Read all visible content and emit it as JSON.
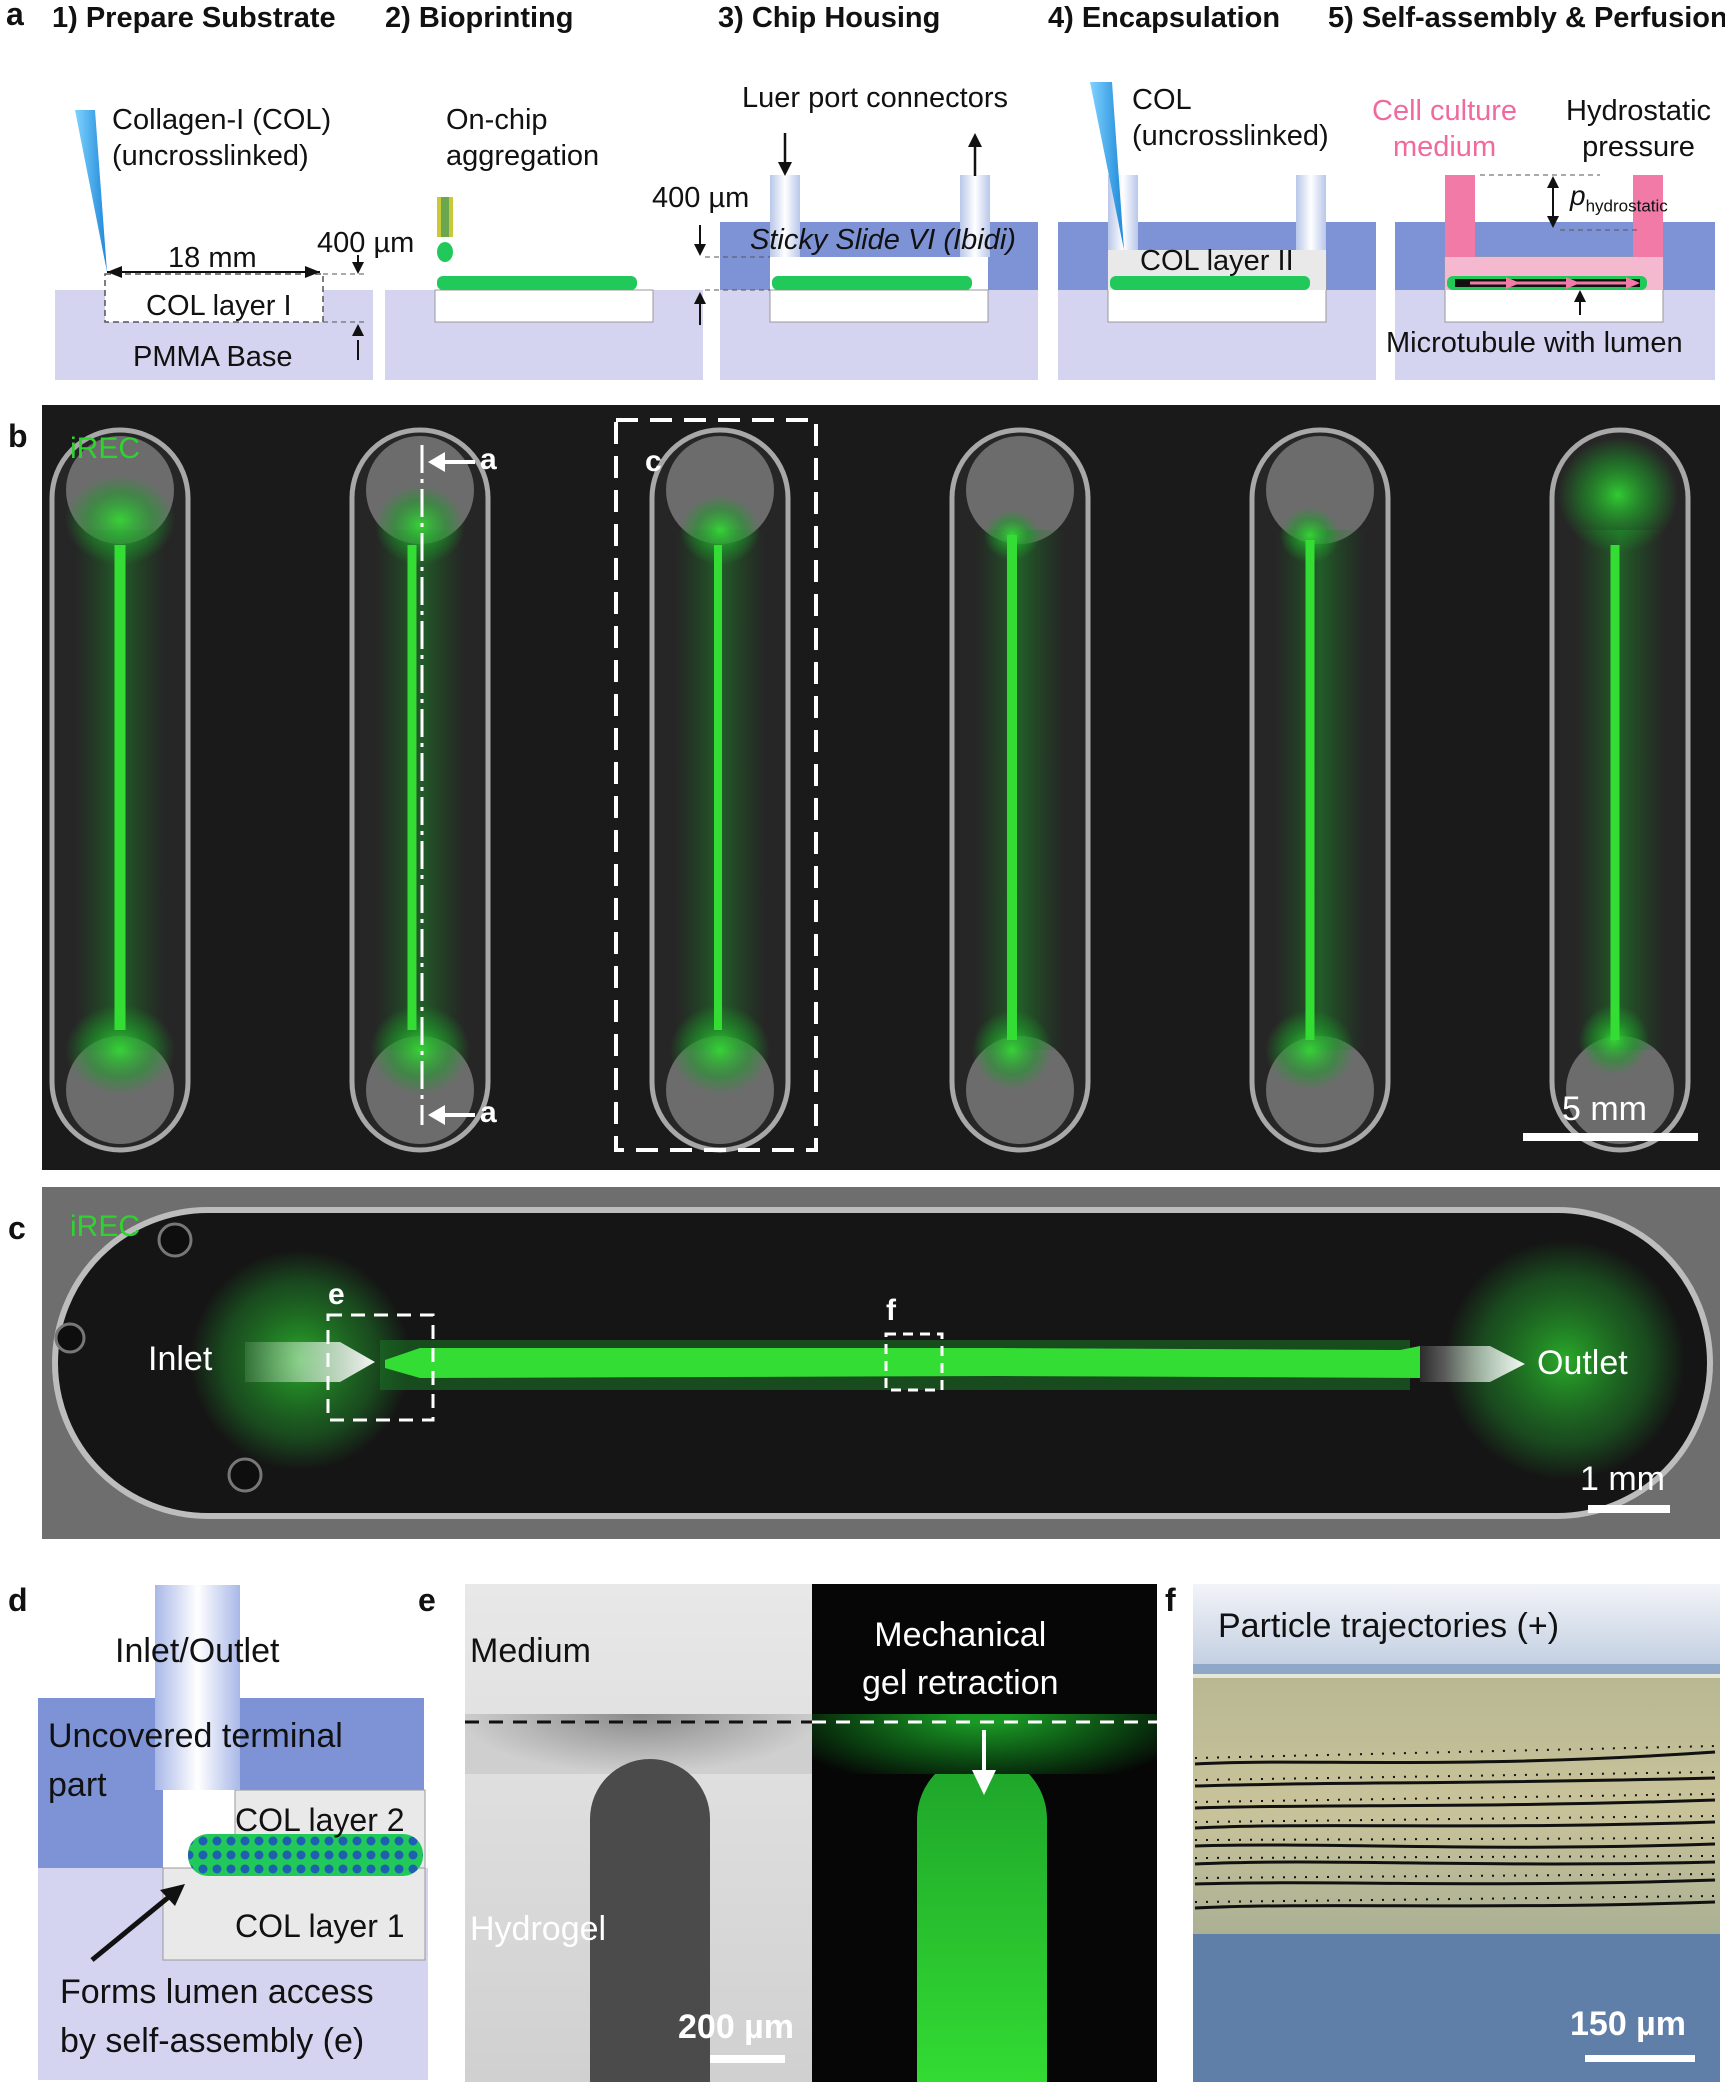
{
  "panel_a": {
    "label": "a",
    "steps": [
      "1) Prepare Substrate",
      "2) Bioprinting",
      "3) Chip Housing",
      "4) Encapsulation",
      "5) Self-assembly & Perfusion"
    ],
    "step1": {
      "collagen_label": "Collagen-I (COL)\n(uncrosslinked)",
      "width_label": "18 mm",
      "thickness_label": "400 µm",
      "layer_label": "COL layer I",
      "base_label": "PMMA Base"
    },
    "step2": {
      "label": "On-chip\naggregation"
    },
    "step3": {
      "connectors_label": "Luer port connectors",
      "thickness_label": "400 µm",
      "slide_label": "Sticky Slide VI (Ibidi)"
    },
    "step4": {
      "col_label": "COL\n(uncrosslinked)",
      "layer_label": "COL layer II"
    },
    "step5": {
      "medium_label": "Cell culture\nmedium",
      "pressure_label": "Hydrostatic\npressure",
      "p_symbol": "p",
      "p_subscript": "hydrostatic",
      "microtubule_label": "Microtubule with lumen"
    }
  },
  "panel_b": {
    "label": "b",
    "stain_label": "iREC",
    "marker_a": "a",
    "marker_c": "c",
    "scale_label": "5 mm"
  },
  "panel_c": {
    "label": "c",
    "stain_label": "iREC",
    "inlet_label": "Inlet",
    "outlet_label": "Outlet",
    "box_e_label": "e",
    "box_f_label": "f",
    "scale_label": "1 mm"
  },
  "panel_d": {
    "label": "d",
    "inlet_outlet_label": "Inlet/Outlet",
    "uncovered_label": "Uncovered terminal\npart",
    "layer2_label": "COL layer 2",
    "layer1_label": "COL layer 1",
    "caption": "Forms lumen access\nby self-assembly (e)"
  },
  "panel_e": {
    "label": "e",
    "medium_label": "Medium",
    "hydrogel_label": "Hydrogel",
    "retraction_label": "Mechanical\ngel retraction",
    "scale_label": "200 µm"
  },
  "panel_f": {
    "label": "f",
    "title": "Particle trajectories (+)",
    "scale_label": "150 µm"
  },
  "colors": {
    "base": "#d4d4f0",
    "housing": "#7e93d6",
    "cells": "#21c85a",
    "fluor": "#33dd33",
    "medium": "#f27aa6"
  }
}
